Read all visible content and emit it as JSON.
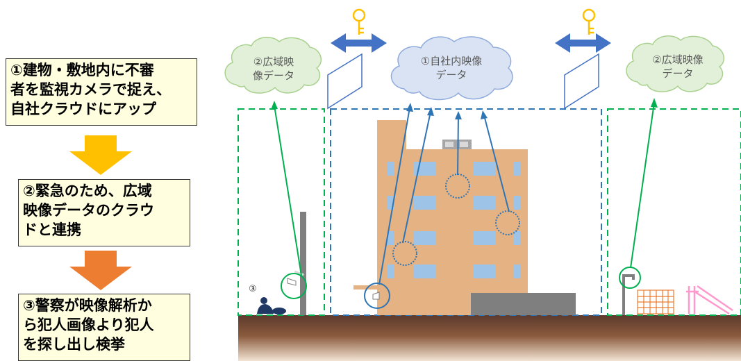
{
  "steps": [
    {
      "lines": [
        "①建物・敷地内に不審",
        "者を監視カメラで捉え、",
        "自社クラウドにアップ"
      ],
      "arrow_color": "#ffc000"
    },
    {
      "lines": [
        "②緊急のため、広域",
        "映像データのクラウ",
        "ドと連携"
      ],
      "arrow_color": "#ed7d31"
    },
    {
      "lines": [
        "③警察が映像解析か",
        "ら犯人画像より犯人",
        "を探し出し検挙"
      ]
    }
  ],
  "clouds": {
    "left": [
      "②広域映",
      "像データ"
    ],
    "center": [
      "①自社内映像",
      "データ"
    ],
    "right": [
      "②広域映像",
      "データ"
    ]
  },
  "marker": "③",
  "colors": {
    "wide_area_cloud": "#e2f0d9",
    "company_cloud": "#dae3f3",
    "green_line": "#00b050",
    "blue_line": "#2e75b6",
    "building": "#e4b283",
    "window": "#9dc3e6",
    "ground": "#5c3a2e",
    "link_arrow": "#4472c4",
    "key": "#ffc000"
  }
}
